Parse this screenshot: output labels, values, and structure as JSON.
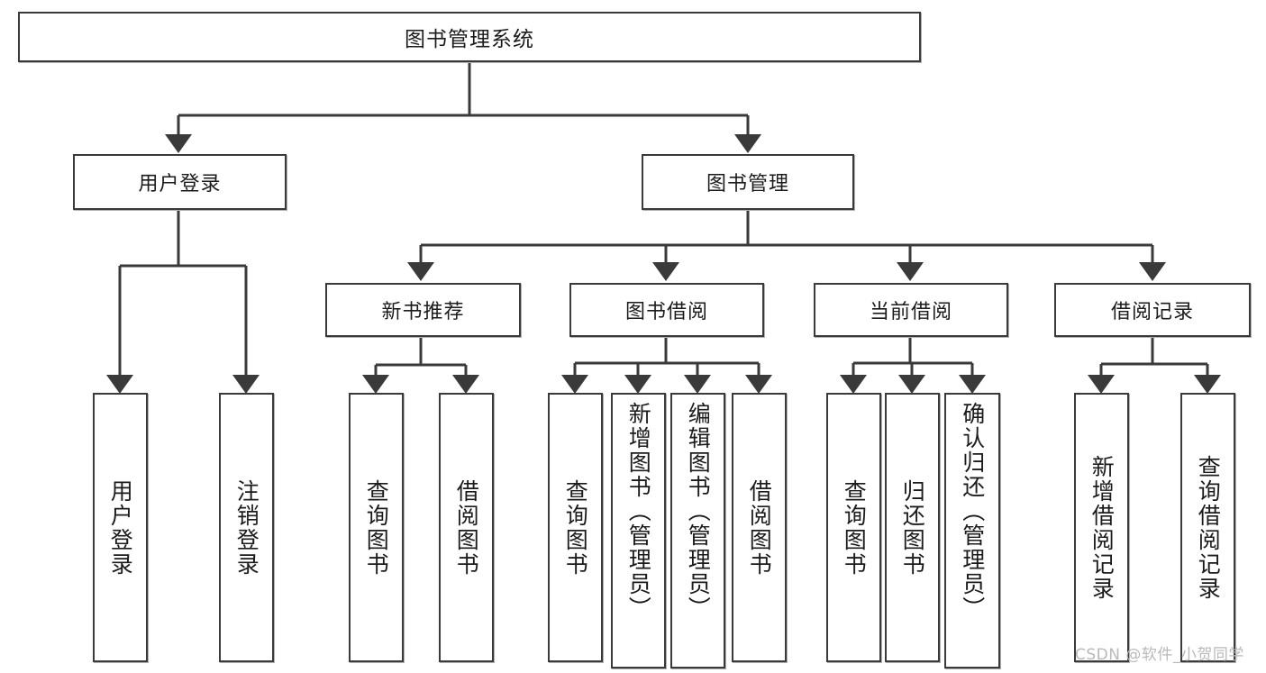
{
  "diagram": {
    "title": "图书管理系统",
    "type": "functional-structure-tree",
    "root": {
      "label": "图书管理系统"
    },
    "level2": [
      {
        "label": "用户登录"
      },
      {
        "label": "图书管理"
      }
    ],
    "level3": [
      {
        "label": "新书推荐"
      },
      {
        "label": "图书借阅"
      },
      {
        "label": "当前借阅"
      },
      {
        "label": "借阅记录"
      }
    ],
    "leaves": {
      "user_login": [
        {
          "label": "用户登录"
        },
        {
          "label": "注销登录"
        }
      ],
      "new_book_recommend": [
        {
          "label": "查询图书"
        },
        {
          "label": "借阅图书"
        }
      ],
      "book_borrow": [
        {
          "label": "查询图书"
        },
        {
          "label": "新增图书（管理员）"
        },
        {
          "label": "编辑图书（管理员）"
        },
        {
          "label": "借阅图书"
        }
      ],
      "current_borrow": [
        {
          "label": "查询图书"
        },
        {
          "label": "归还图书"
        },
        {
          "label": "确认归还（管理员）"
        }
      ],
      "borrow_record": [
        {
          "label": "新增借阅记录"
        },
        {
          "label": "查询借阅记录"
        }
      ]
    }
  },
  "watermark": {
    "text": "CSDN @软件_小贺同学"
  },
  "colors": {
    "stroke": "#3a3a3a",
    "text": "#1b1b1b",
    "background": "#ffffff",
    "watermark": "#b9b9b9"
  }
}
